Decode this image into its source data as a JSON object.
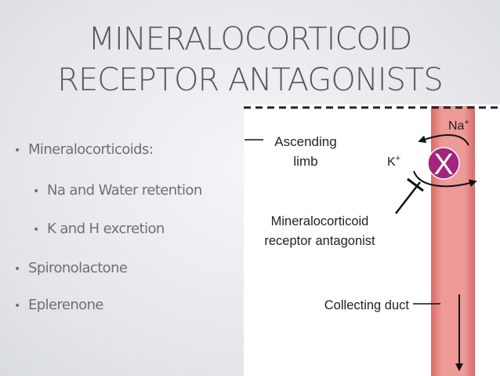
{
  "title": {
    "line1": "MINERALOCORTICOID",
    "line2": "RECEPTOR ANTAGONISTS"
  },
  "bullets": [
    {
      "text": "Mineralocorticoids:",
      "level": 1
    },
    {
      "text": "Na and Water retention",
      "level": 2
    },
    {
      "text": "K and H excretion",
      "level": 2
    },
    {
      "text": "Spironolactone",
      "level": 1
    },
    {
      "text": "Eplerenone",
      "level": 1
    }
  ],
  "bullet_glyph": "•",
  "diagram": {
    "ascending_limb_line1": "Ascending",
    "ascending_limb_line2": "limb",
    "na_base": "Na",
    "na_charge": "+",
    "k_base": "K",
    "k_charge": "+",
    "block_symbol": "X",
    "antagonist_line1": "Mineralocorticoid",
    "antagonist_line2": "receptor antagonist",
    "collecting_duct": "Collecting duct",
    "duct_color": "#e8928f",
    "block_color": "#a4237e"
  }
}
